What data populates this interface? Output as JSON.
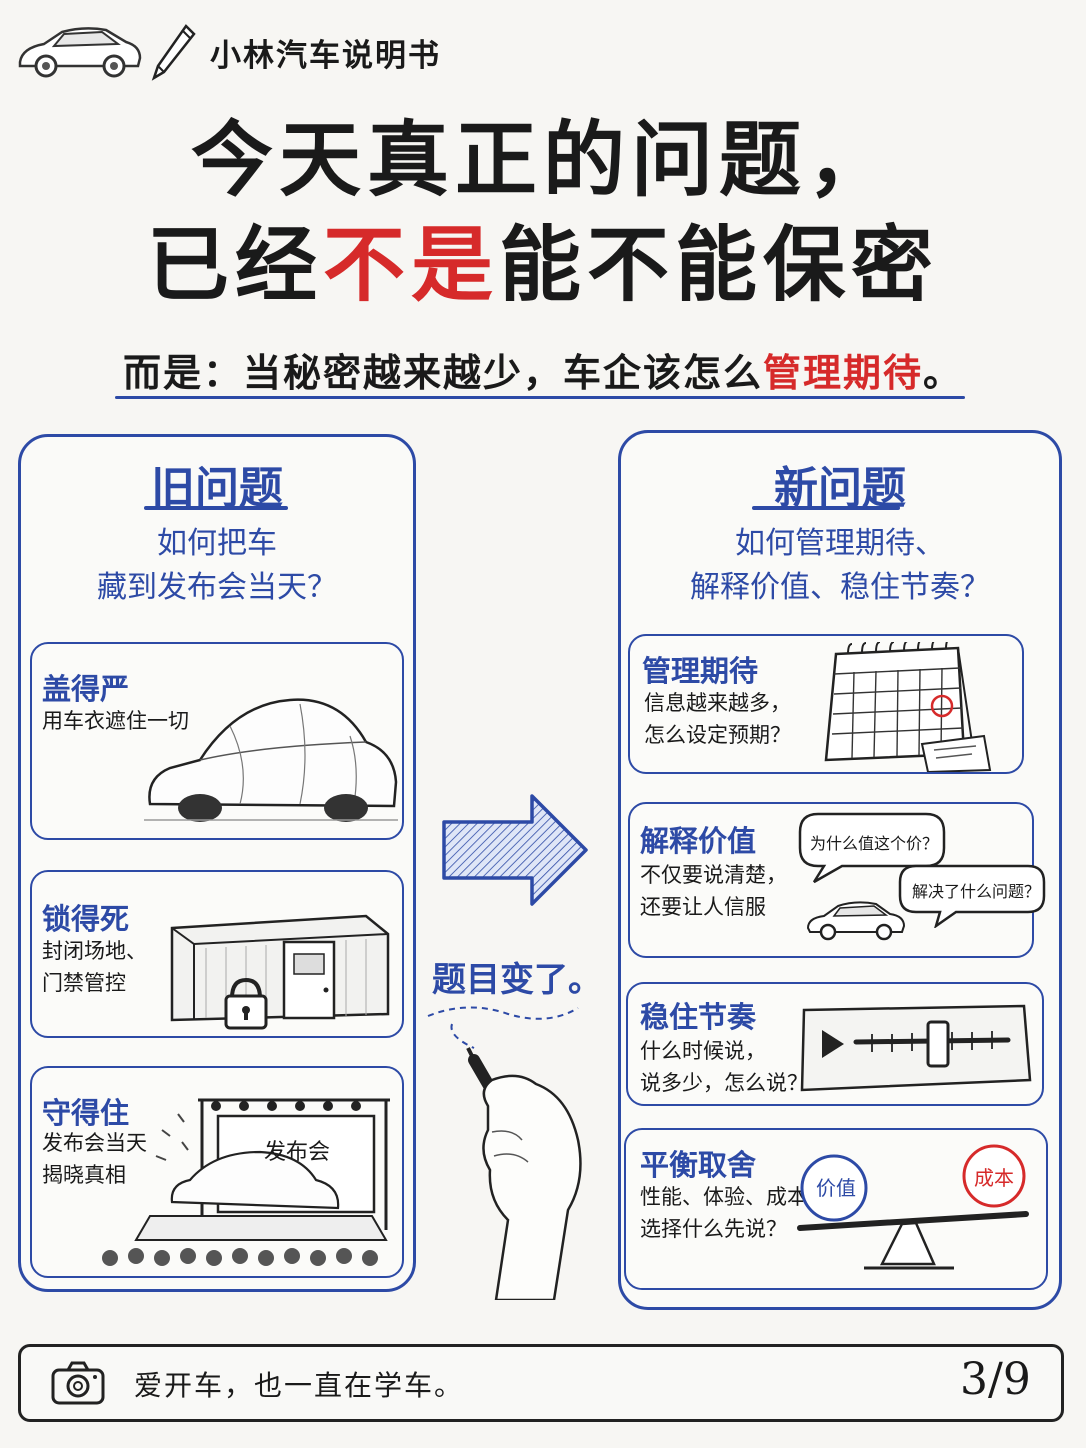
{
  "header": {
    "brand_name": "小林汽车说明书",
    "title_line1": "今天真正的问题，",
    "title_line2_pre": "已经",
    "title_line2_highlight": "不是",
    "title_line2_post": "能不能保密",
    "subtitle_pre": "而是：当秘密越来越少，车企该怎么",
    "subtitle_highlight": "管理期待",
    "subtitle_post": "。"
  },
  "old_panel": {
    "heading": "旧问题",
    "question_line1": "如何把车",
    "question_line2": "藏到发布会当天？",
    "cards": [
      {
        "title": "盖得严",
        "text1": "用车衣遮住一切",
        "text2": ""
      },
      {
        "title": "锁得死",
        "text1": "封闭场地、",
        "text2": "门禁管控"
      },
      {
        "title": "守得住",
        "text1": "发布会当天",
        "text2": "揭晓真相",
        "screen_label": "发布会"
      }
    ]
  },
  "middle": {
    "changed_label": "题目变了。"
  },
  "new_panel": {
    "heading": "新问题",
    "question_line1": "如何管理期待、",
    "question_line2": "解释价值、稳住节奏？",
    "cards": [
      {
        "title": "管理期待",
        "text1": "信息越来越多，",
        "text2": "怎么设定预期？"
      },
      {
        "title": "解释价值",
        "text1": "不仅要说清楚，",
        "text2": "还要让人信服",
        "bubble1": "为什么值这个价？",
        "bubble2": "解决了什么问题？"
      },
      {
        "title": "稳住节奏",
        "text1": "什么时候说，",
        "text2": "说多少，怎么说？"
      },
      {
        "title": "平衡取舍",
        "text1": "性能、体验、成本，",
        "text2": "选择什么先说？",
        "left_weight": "价值",
        "right_weight": "成本"
      }
    ]
  },
  "footer": {
    "tagline": "爱开车，也一直在学车。",
    "page": "3/9"
  },
  "colors": {
    "accent_blue": "#2d4aa6",
    "highlight_red": "#d62a2a",
    "ink": "#1a1a1a"
  }
}
